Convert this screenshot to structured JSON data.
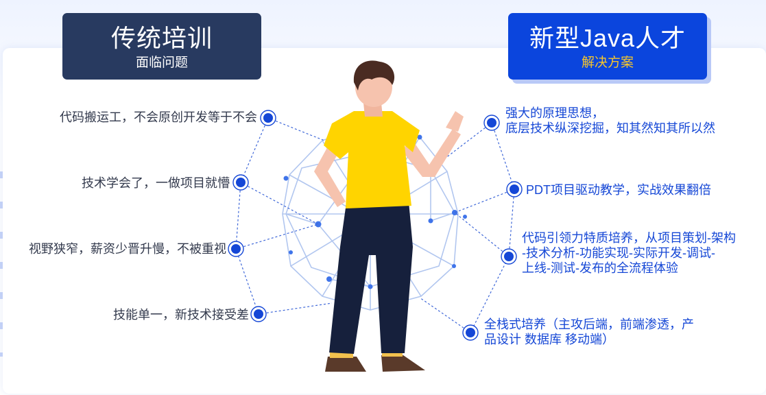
{
  "left_header": {
    "title": "传统培训",
    "subtitle": "面临问题"
  },
  "right_header": {
    "title": "新型Java人才",
    "subtitle": "解决方案"
  },
  "problems": [
    "代码搬运工，不会原创开发等于不会",
    "技术学会了，一做项目就懵",
    "视野狭窄，薪资少晋升慢，不被重视",
    "技能单一，新技术接受差"
  ],
  "solutions": [
    [
      "强大的原理思想，",
      "底层技术纵深挖掘，知其然知其所以然"
    ],
    [
      "PDT项目驱动教学，实战效果翻倍"
    ],
    [
      "代码引领力特质培养，从项目策划-架构",
      "-技术分析-功能实现-实际开发-调试-",
      "上线-测试-发布的全流程体验"
    ],
    [
      "全栈式培养（主攻后端，前端渗透，产",
      "品设计 数据库 移动端）"
    ]
  ],
  "colors": {
    "left_header_bg": "#283a60",
    "right_header_bg": "#0b45dd",
    "right_subtitle": "#f7c62a",
    "accent_blue": "#1547d6",
    "shirt_yellow": "#ffd400",
    "pants_navy": "#16203c"
  }
}
